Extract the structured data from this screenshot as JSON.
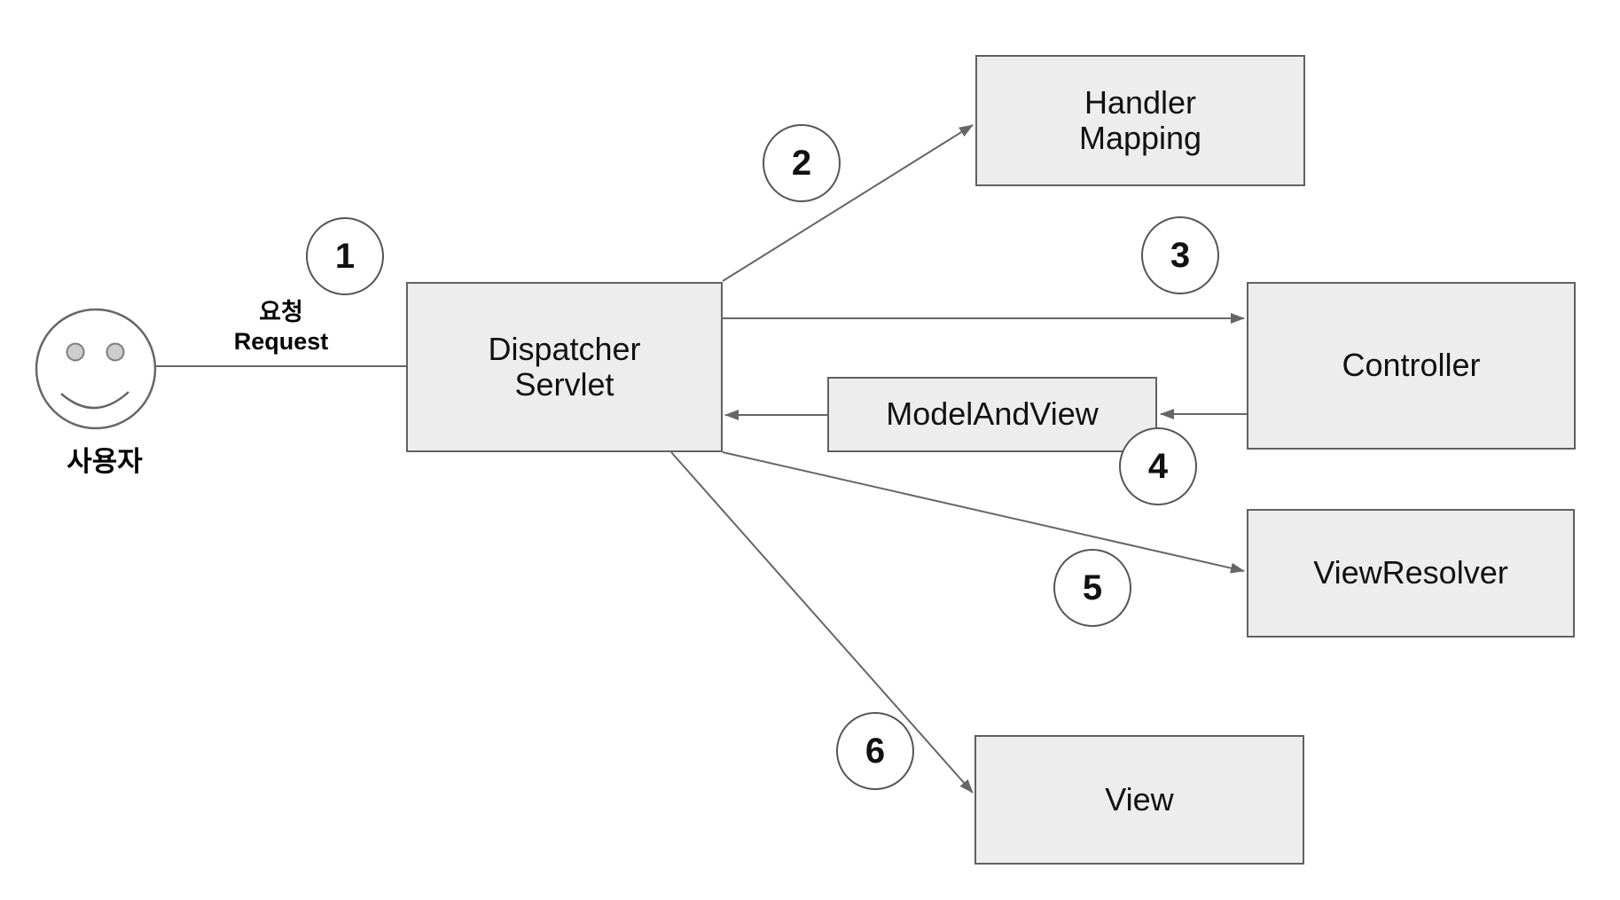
{
  "colors": {
    "node_fill": "#ededed",
    "node_border": "#616161",
    "connector": "#666666",
    "step_circle_border": "#555555",
    "eye_fill": "#cdcdcd",
    "text": "#111111"
  },
  "actor": {
    "label": "사용자"
  },
  "request": {
    "korean": "요청",
    "english": "Request"
  },
  "nodes": {
    "dispatcher_servlet": "Dispatcher\nServlet",
    "handler_mapping": "Handler\nMapping",
    "controller": "Controller",
    "model_and_view": "ModelAndView",
    "view_resolver": "ViewResolver",
    "view": "View"
  },
  "steps": {
    "s1": "1",
    "s2": "2",
    "s3": "3",
    "s4": "4",
    "s5": "5",
    "s6": "6"
  }
}
